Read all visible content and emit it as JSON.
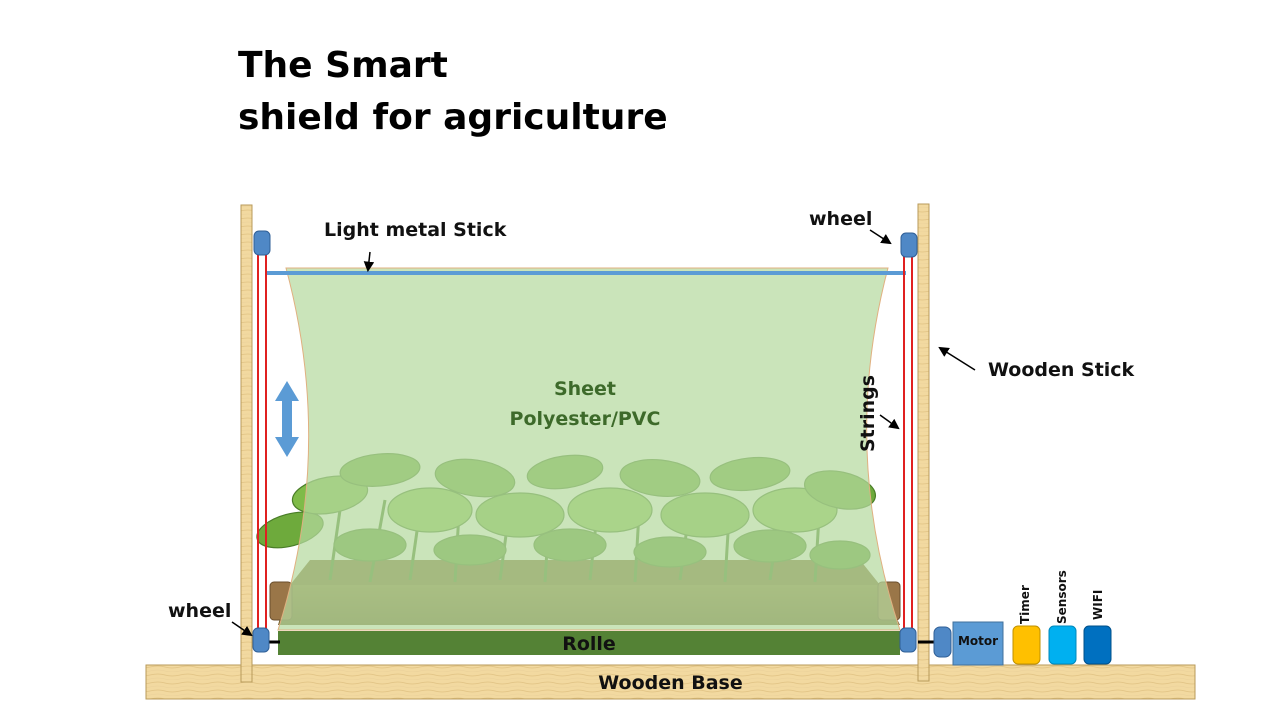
{
  "title": {
    "line1": "The Smart",
    "line2": "shield for agriculture"
  },
  "labels": {
    "light_metal_stick": "Light metal Stick",
    "wheel_top": "wheel",
    "wheel_bottom": "wheel",
    "wooden_stick": "Wooden Stick",
    "strings": "Strings",
    "sheet_line1": "Sheet",
    "sheet_line2": "Polyester/PVC",
    "rolle": "Rolle",
    "wooden_base": "Wooden Base",
    "motor": "Motor",
    "timer": "Timer",
    "sensors": "Sensors",
    "wifi": "WIFI"
  },
  "colors": {
    "wood": "#f2d9a0",
    "sheet": "#b5d9a0",
    "rolle": "#548235",
    "metal_stick": "#5b9bd5",
    "strings": "#e02020",
    "wheel": "#4f88c6",
    "motor": "#5b9bd5",
    "timer": "#ffc000",
    "sensors": "#00b0f0",
    "wifi": "#0070c0",
    "arrow": "#5b9bd5"
  },
  "icons": {
    "up_down_arrow": "double-headed-vertical-arrow"
  }
}
